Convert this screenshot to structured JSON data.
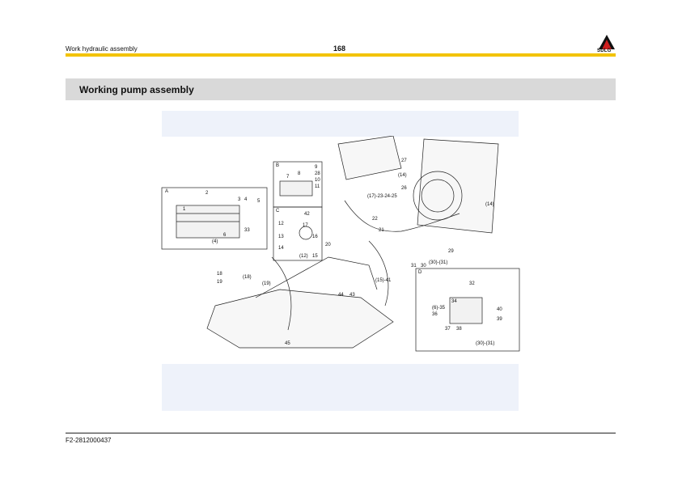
{
  "header": {
    "title": "Work hydraulic assembly",
    "page_number": "168",
    "logo_text": "SDLG"
  },
  "section": {
    "title": "Working pump assembly"
  },
  "footer": {
    "code": "F2-2812000437"
  },
  "diagram": {
    "callouts": [
      "1",
      "2",
      "3",
      "4",
      "5",
      "6",
      "(4)",
      "33",
      "7",
      "8",
      "9",
      "28",
      "10",
      "11",
      "42",
      "12",
      "17",
      "13",
      "16",
      "14",
      "(12)",
      "15",
      "27",
      "(14)",
      "26",
      "(17)-23-24-25",
      "22",
      "21",
      "20",
      "18",
      "19",
      "(18)",
      "(19)",
      "(15)-41",
      "44",
      "43",
      "45",
      "31",
      "30",
      "(30)-(31)",
      "29",
      "32",
      "34",
      "(6)-35",
      "36",
      "40",
      "39",
      "37",
      "38",
      "(30)-(31)"
    ],
    "boxes": [
      "A",
      "B",
      "C",
      "D"
    ]
  },
  "colors": {
    "accent_bar": "#f3c300",
    "section_bg": "#d9d9d9",
    "panel_bg": "#eef2fa",
    "logo_red": "#d01f1f"
  }
}
